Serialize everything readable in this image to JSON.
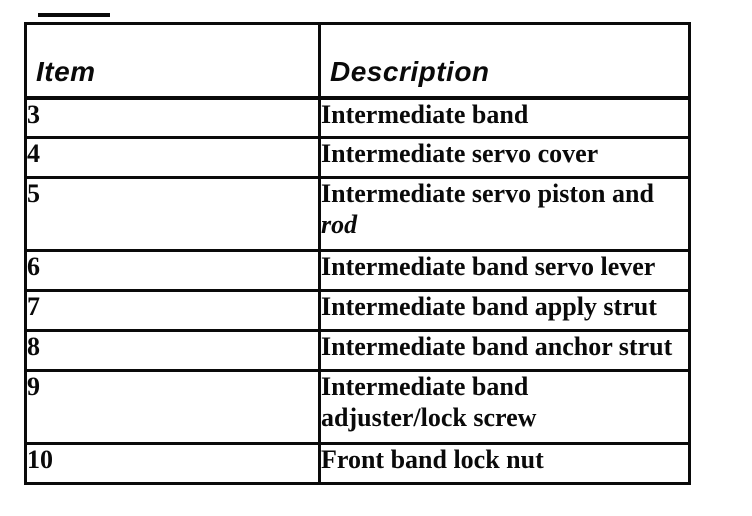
{
  "table": {
    "columns": [
      "Item",
      "Description"
    ],
    "rows": [
      {
        "item": "3",
        "description": "Intermediate band"
      },
      {
        "item": "4",
        "description": "Intermediate servo cover"
      },
      {
        "item": "5",
        "description": "Intermediate servo piston and",
        "description_line2": "rod"
      },
      {
        "item": "6",
        "description": "Intermediate band servo lever"
      },
      {
        "item": "7",
        "description": "Intermediate band apply strut"
      },
      {
        "item": "8",
        "description": "Intermediate band anchor strut"
      },
      {
        "item": "9",
        "description": "Intermediate band",
        "description_line2": "adjuster/lock screw"
      },
      {
        "item": "10",
        "description": "Front band lock nut"
      }
    ],
    "colors": {
      "border": "#0a0a0a",
      "text": "#0a0a0a",
      "background": "#ffffff"
    }
  }
}
